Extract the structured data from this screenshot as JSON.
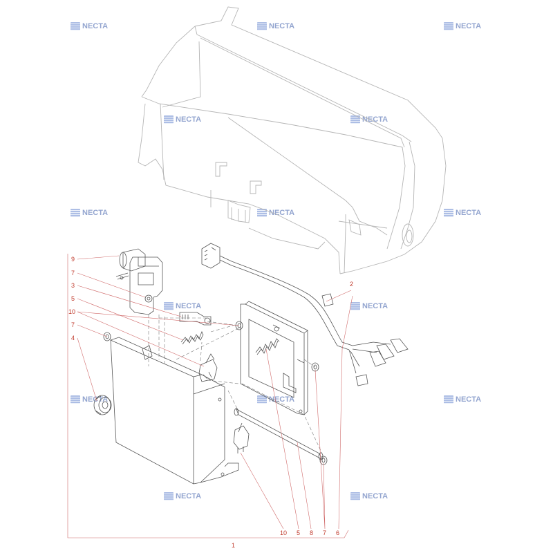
{
  "watermark": {
    "text": "NECTA"
  },
  "callouts": {
    "c9": "9",
    "c7a": "7",
    "c3": "3",
    "c5a": "5",
    "c10a": "10",
    "c7b": "7",
    "c4": "4",
    "c2": "2",
    "c10b": "10",
    "c5b": "5",
    "c8": "8",
    "c7c": "7",
    "c6": "6",
    "c1": "1"
  },
  "colors": {
    "callout": "#c0392b",
    "leader": "#d06a6a",
    "watermark": "#3a5ba8"
  }
}
